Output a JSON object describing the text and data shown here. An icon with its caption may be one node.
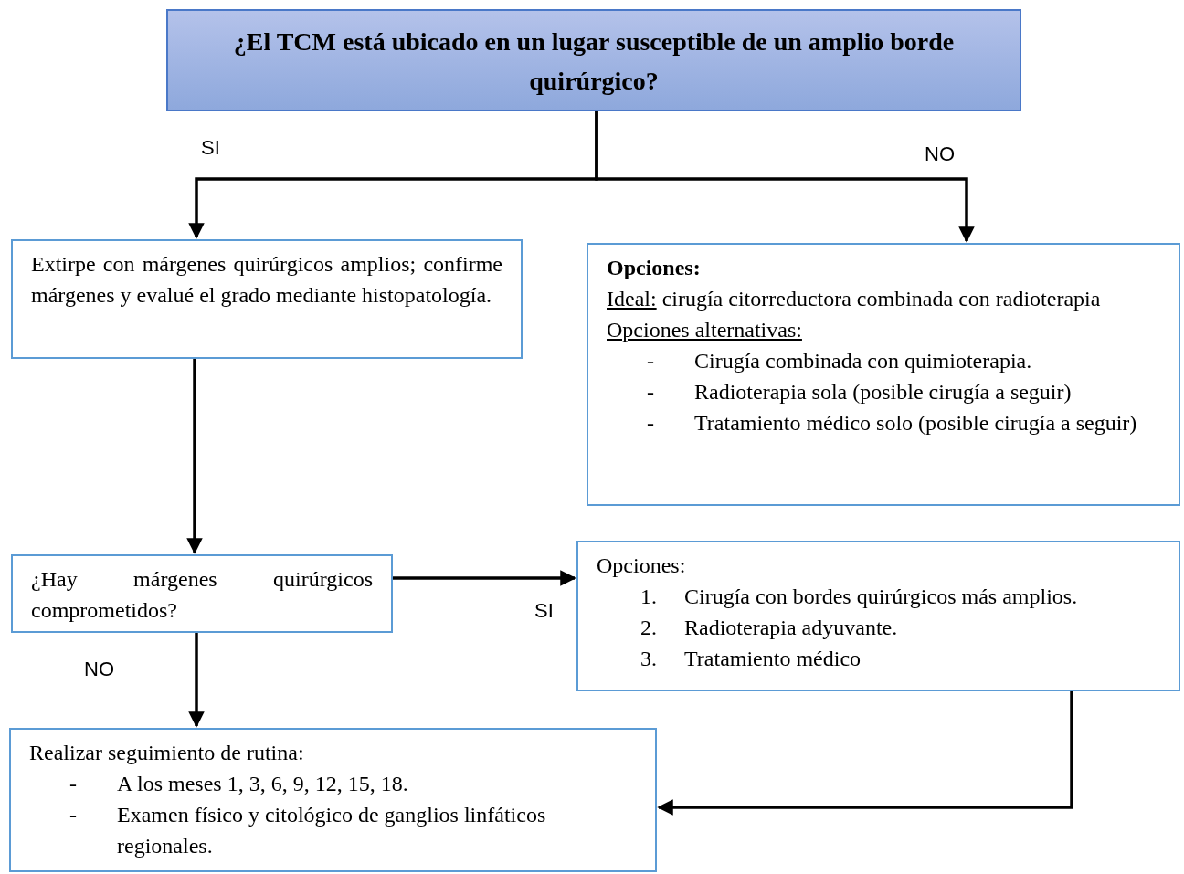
{
  "diagram": {
    "nodes": [
      {
        "text": [
          "¿El TCM está ubicado en un lugar susceptible de un amplio borde quirúrgico?"
        ]
      },
      {
        "text": [
          "Extirpe con márgenes quirúrgicos amplios; confirme márgenes y evalué el grado mediante histopatología."
        ]
      },
      {
        "text": [
          "Opciones:",
          "Ideal:",
          "cirugía citorreductora combinada con radioterapia",
          "Opciones alternativas:",
          "-",
          "Cirugía combinada con quimioterapia.",
          "-",
          "Radioterapia sola (posible cirugía a seguir)",
          "-",
          "Tratamiento médico solo (posible cirugía a seguir)"
        ]
      },
      {
        "text": [
          "¿Hay márgenes quirúrgicos comprometidos?"
        ]
      },
      {
        "text": [
          "Opciones:",
          "1.",
          "Cirugía con bordes quirúrgicos más amplios.",
          "2.",
          "Radioterapia adyuvante.",
          "3.",
          "Tratamiento médico"
        ]
      },
      {
        "text": [
          "Realizar seguimiento de rutina:",
          "-",
          "A los meses 1, 3, 6, 9, 12, 15, 18.",
          "-",
          "Examen físico y citológico de ganglios linfáticos regionales."
        ]
      }
    ],
    "edges": [
      {
        "from": 0,
        "to": 1,
        "arrow": "to",
        "label": "SI"
      },
      {
        "from": 0,
        "to": 2,
        "arrow": "to",
        "label": "NO"
      },
      {
        "from": 1,
        "to": 3,
        "arrow": "to"
      },
      {
        "from": 3,
        "to": 4,
        "arrow": "to",
        "label": "SI"
      },
      {
        "from": 3,
        "to": 5,
        "arrow": "to",
        "label": "NO"
      },
      {
        "from": 4,
        "to": 5,
        "arrow": "to"
      }
    ]
  }
}
